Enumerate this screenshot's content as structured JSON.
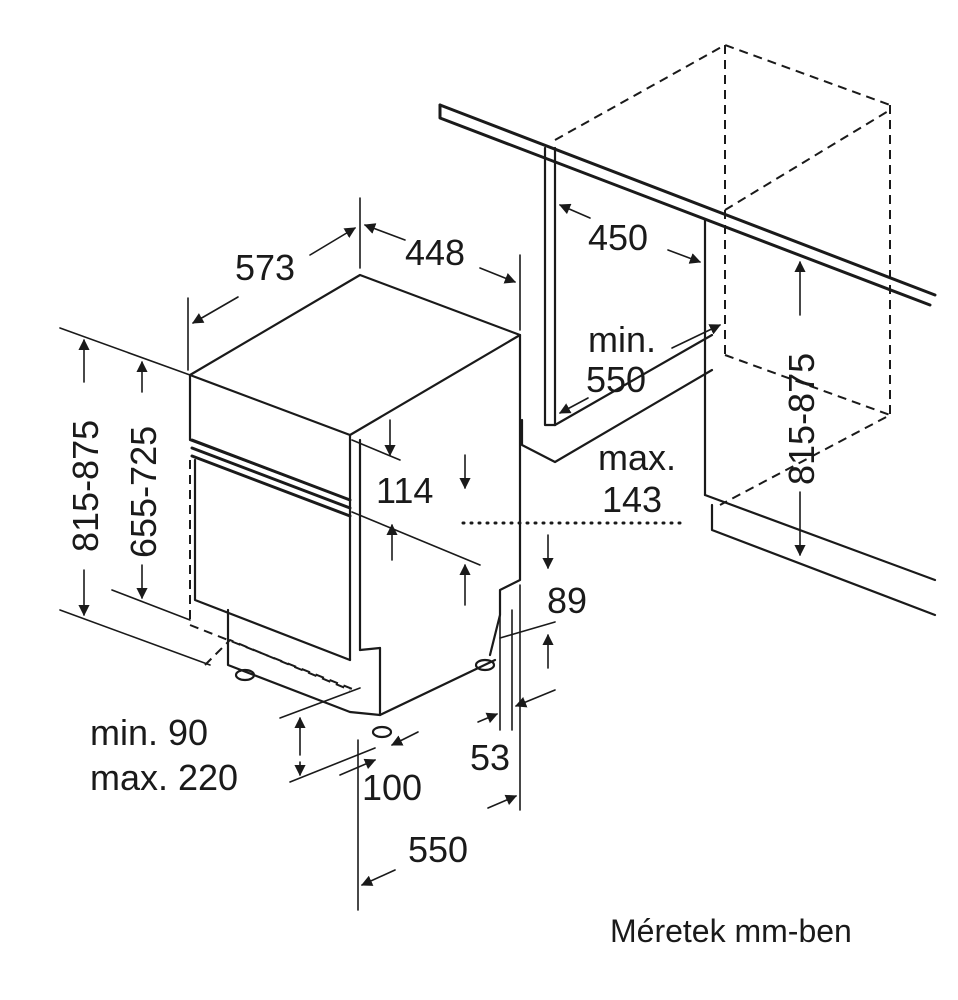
{
  "labels": {
    "depth_573": "573",
    "width_448": "448",
    "niche_width_450": "450",
    "niche_depth_min_line1": "min.",
    "niche_depth_min_line2": "550",
    "niche_height": "815-875",
    "height_815_875": "815-875",
    "height_655_725": "655-725",
    "panel_114": "114",
    "max_143_line1": "max.",
    "max_143_line2": "143",
    "plinth_89": "89",
    "recess_53": "53",
    "plinth_range_line1": "min. 90",
    "plinth_range_line2": "max. 220",
    "foot_100": "100",
    "depth_550": "550"
  },
  "caption": "Méretek mm-ben"
}
